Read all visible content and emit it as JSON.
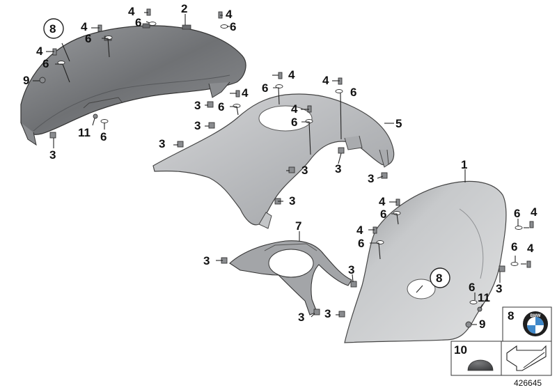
{
  "diagram_number": "426645",
  "callouts": {
    "c1": "1",
    "c2": "2",
    "c3": "3",
    "c4": "4",
    "c5": "5",
    "c6": "6",
    "c7": "7",
    "c8": "8",
    "c9": "9",
    "c10": "10",
    "c11": "11"
  },
  "legend": {
    "logo_label": "8",
    "cap_label": "10",
    "logo_lettering": "BMW"
  },
  "colors": {
    "part_dark": "#7d7f82",
    "part_light": "#b9bbbe",
    "part_mid": "#9a9c9f",
    "line": "#222222"
  }
}
